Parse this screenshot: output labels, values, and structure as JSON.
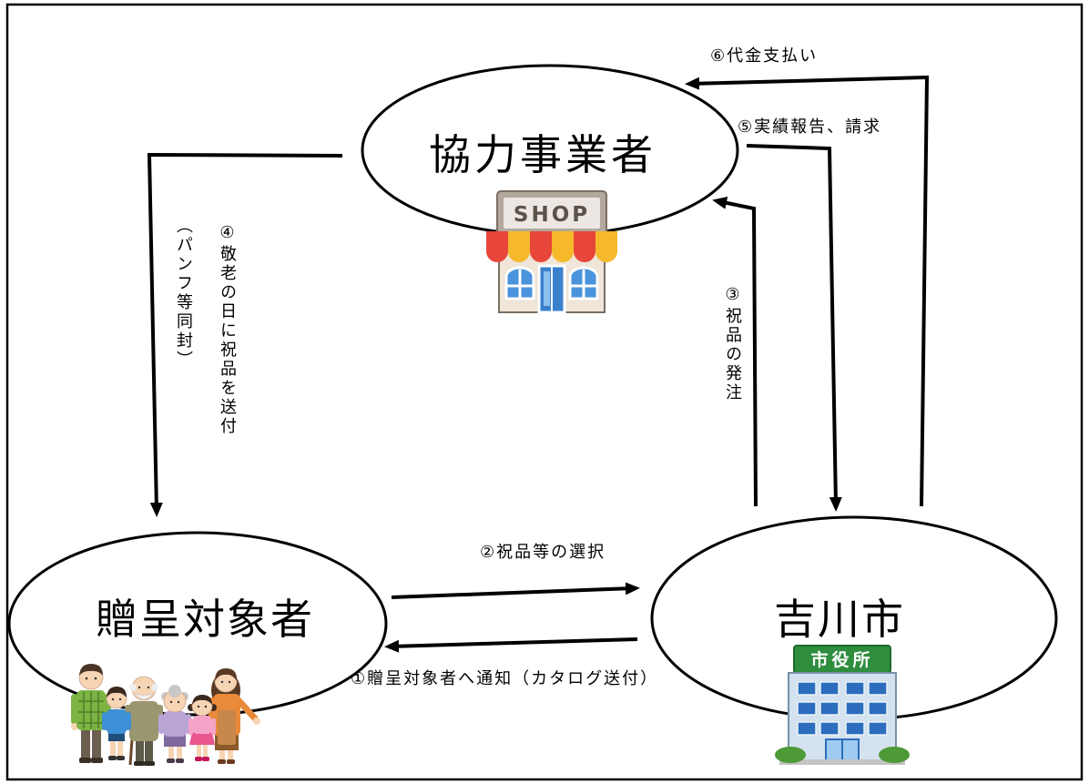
{
  "diagram": {
    "nodes": {
      "partner_business": {
        "label": "協力事業者",
        "icon": "shop-icon",
        "sign": "SHOP"
      },
      "recipients": {
        "label": "贈呈対象者",
        "icon": "family-icon"
      },
      "city": {
        "label": "吉川市",
        "icon": "city-hall-icon",
        "sign": "市役所"
      }
    },
    "steps": [
      {
        "label": "①贈呈対象者へ通知（カタログ送付）"
      },
      {
        "label": "②祝品等の選択"
      },
      {
        "label": "③祝品の発注"
      },
      {
        "label": "④敬老の日に祝品を送付",
        "note": "（パンフ等同封）"
      },
      {
        "label": "⑤実績報告、請求"
      },
      {
        "label": "⑥代金支払い"
      }
    ]
  },
  "colors": {
    "line": "#000000",
    "background": "#ffffff",
    "awning_red": "#e8463a",
    "awning_yellow": "#f6b92b",
    "city_hall_sign": "#2f8d3e",
    "window_blue": "#2c6ebd"
  }
}
